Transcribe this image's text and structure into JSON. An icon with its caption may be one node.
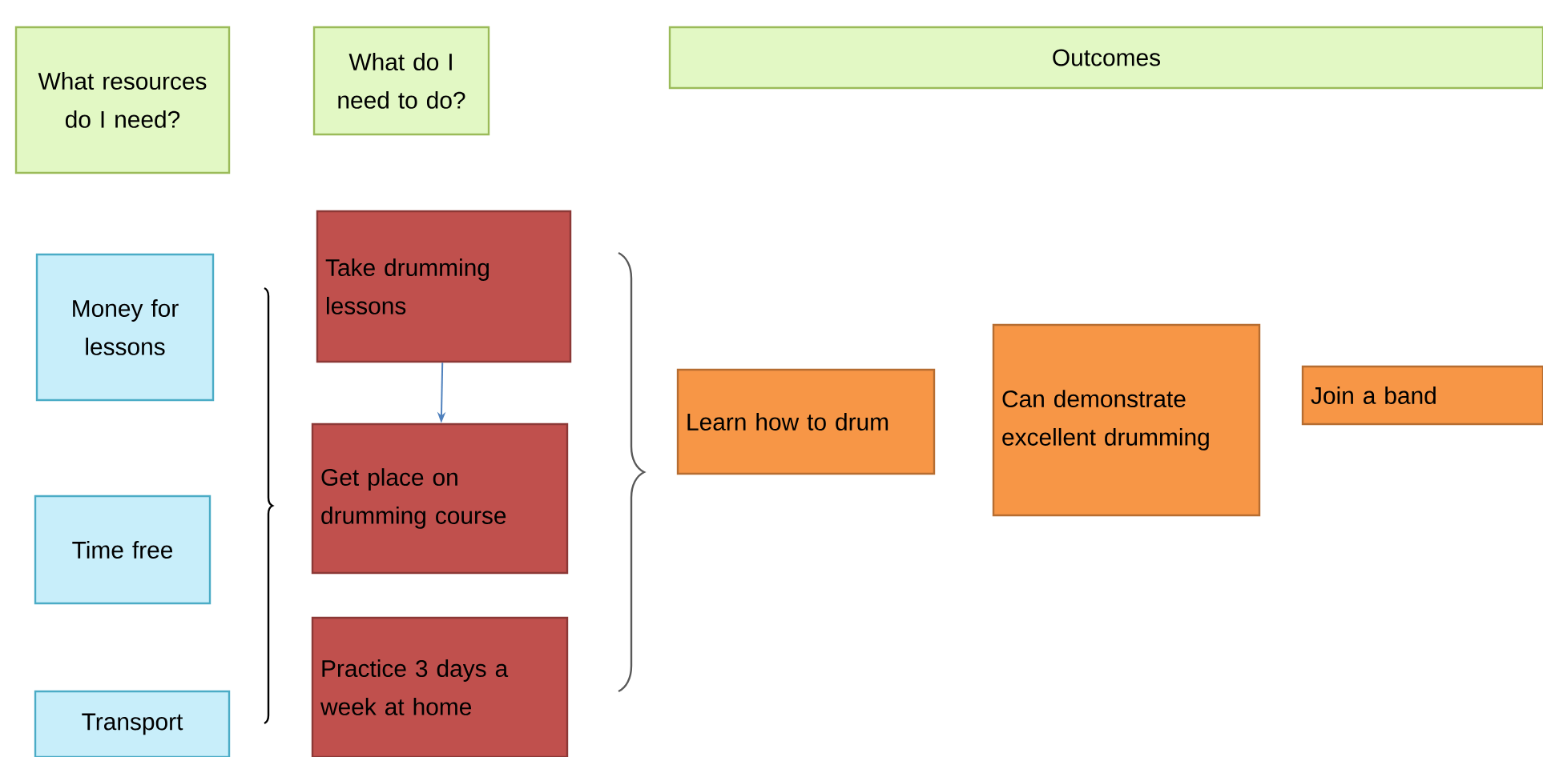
{
  "diagram": {
    "nodes": [
      {
        "text": [
          "What resources do I need?"
        ]
      },
      {
        "text": [
          "What do I need to do?"
        ]
      },
      {
        "text": [
          "Outcomes"
        ]
      },
      {
        "text": [
          "Money for lessons"
        ]
      },
      {
        "text": [
          "Time free"
        ]
      },
      {
        "text": [
          "Transport"
        ]
      },
      {
        "text": [
          "Take drumming lessons"
        ]
      },
      {
        "text": [
          "Get place on drumming course"
        ]
      },
      {
        "text": [
          "Practice 3 days a week at home"
        ]
      },
      {
        "text": [
          "Learn how to drum"
        ]
      },
      {
        "text": [
          "Can demonstrate excellent drumming"
        ]
      },
      {
        "text": [
          "Join a band"
        ]
      }
    ],
    "edges": [
      {
        "from": 6,
        "to": 7,
        "arrow": "to",
        "color": "#4f81bd"
      }
    ]
  }
}
